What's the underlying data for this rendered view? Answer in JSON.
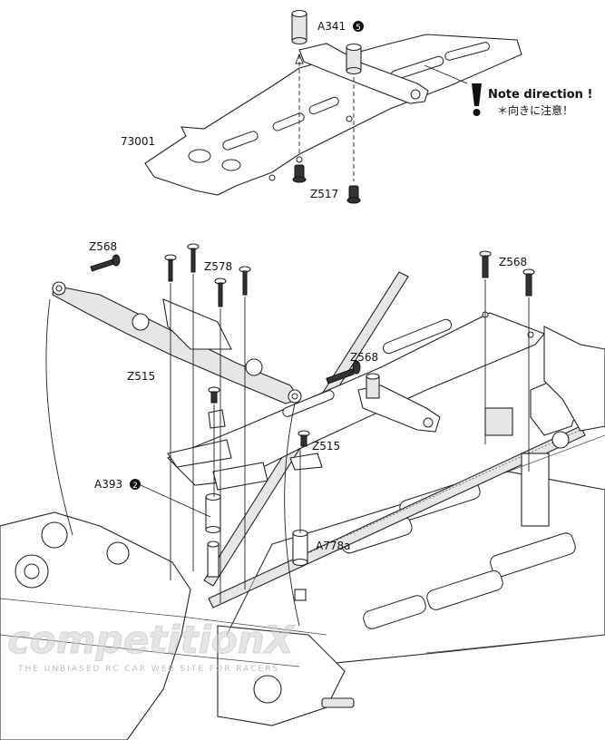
{
  "labels": {
    "a341": "A341",
    "a341_qty": "5",
    "note_direction": "Note direction !",
    "note_jp": "＊向きに注意！",
    "p73001": "73001",
    "z517": "Z517",
    "z568_left": "Z568",
    "z578": "Z578",
    "z568_right": "Z568",
    "z568_mid": "Z568",
    "z515_left": "Z515",
    "z515_mid": "Z515",
    "a393": "A393",
    "a393_qty": "2",
    "a778a": "A778a"
  },
  "watermark": {
    "text": "competitionX",
    "sub": "THE UNBIASED RC CAR WEB SITE FOR RACERS"
  },
  "colors": {
    "line": "#222222",
    "watermark": "#c8c8c8",
    "shade": "#e6e6e6"
  }
}
